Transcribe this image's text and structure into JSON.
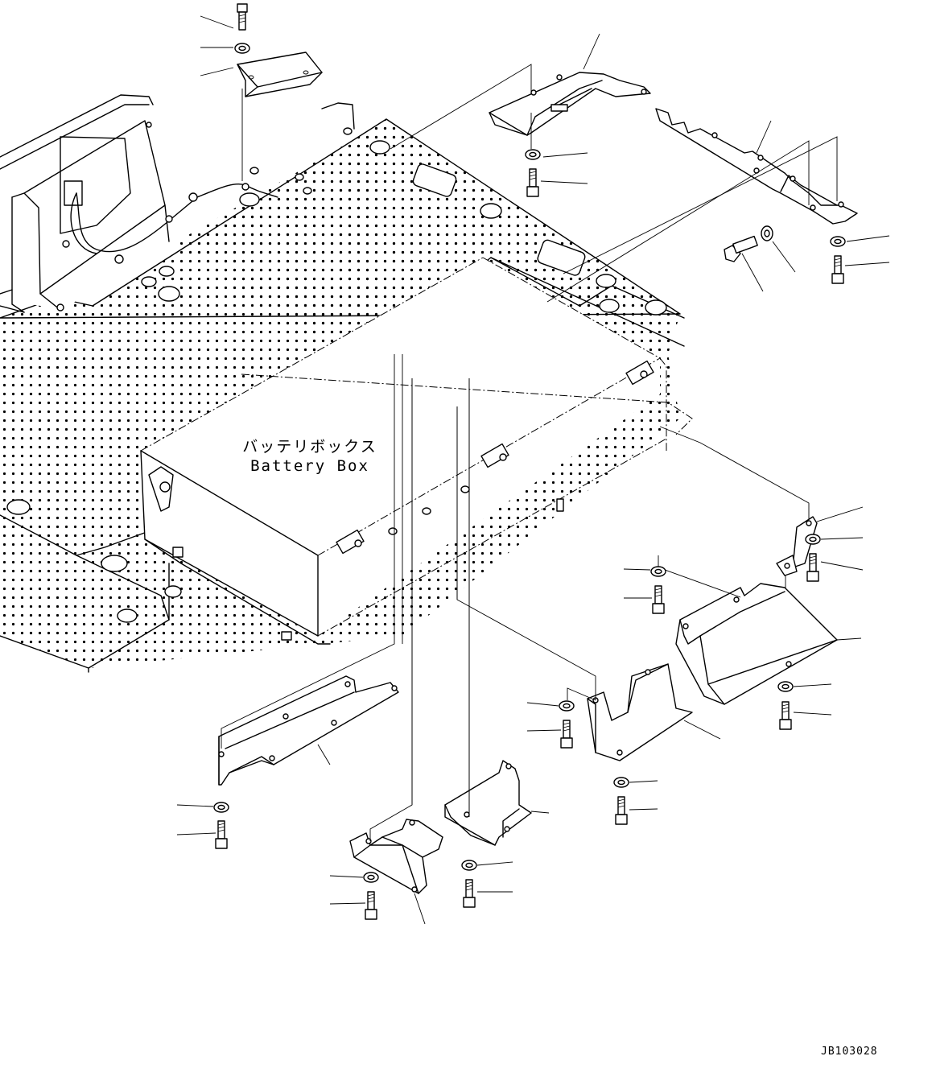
{
  "labels": {
    "battery_box_jp": "バッテリボックス",
    "battery_box_en": "Battery Box"
  },
  "drawing_code": "JB103028",
  "colors": {
    "line": "#000000",
    "background": "#ffffff"
  },
  "icons": [
    "bolt-icon",
    "washer-icon",
    "bracket-icon",
    "cover-icon"
  ]
}
